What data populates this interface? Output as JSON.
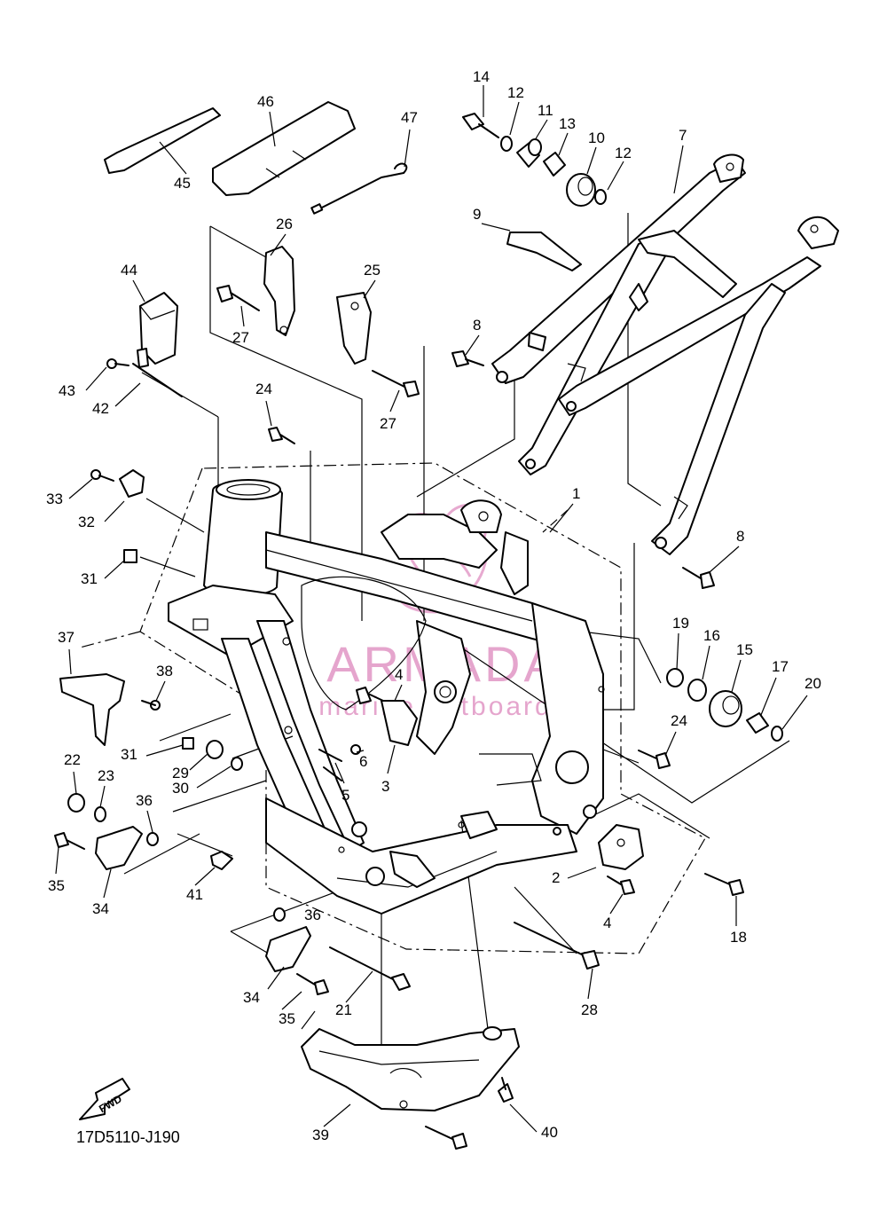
{
  "diagram": {
    "code": "17D5110-J190",
    "fwd_label": "FWD",
    "watermark": {
      "brand": "ARMADA",
      "tagline": "marine outboards",
      "color": "#e39cc8"
    },
    "callouts": [
      "1",
      "2",
      "3",
      "4",
      "4",
      "5",
      "6",
      "7",
      "8",
      "8",
      "9",
      "10",
      "11",
      "12",
      "12",
      "13",
      "14",
      "15",
      "16",
      "17",
      "18",
      "19",
      "20",
      "21",
      "22",
      "23",
      "24",
      "24",
      "25",
      "26",
      "27",
      "27",
      "28",
      "29",
      "30",
      "31",
      "31",
      "32",
      "33",
      "34",
      "34",
      "35",
      "35",
      "36",
      "36",
      "37",
      "38",
      "39",
      "40",
      "41",
      "42",
      "43",
      "44",
      "45",
      "46",
      "47"
    ]
  }
}
